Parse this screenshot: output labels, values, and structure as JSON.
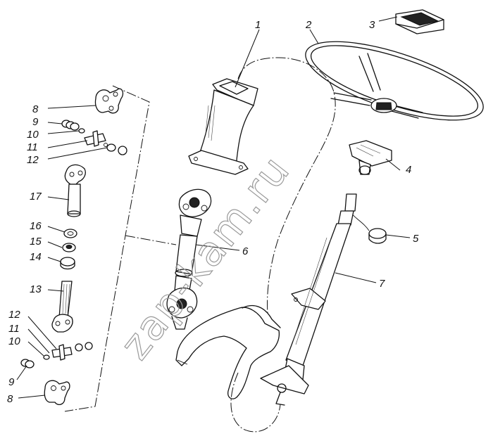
{
  "callouts": [
    {
      "id": "1",
      "text": "1"
    },
    {
      "id": "2",
      "text": "2"
    },
    {
      "id": "3",
      "text": "3"
    },
    {
      "id": "4",
      "text": "4"
    },
    {
      "id": "5",
      "text": "5"
    },
    {
      "id": "6",
      "text": "6"
    },
    {
      "id": "7",
      "text": "7"
    },
    {
      "id": "8a",
      "text": "8"
    },
    {
      "id": "9a",
      "text": "9"
    },
    {
      "id": "10a",
      "text": "10"
    },
    {
      "id": "11a",
      "text": "11"
    },
    {
      "id": "12a",
      "text": "12"
    },
    {
      "id": "17",
      "text": "17"
    },
    {
      "id": "16",
      "text": "16"
    },
    {
      "id": "15",
      "text": "15"
    },
    {
      "id": "14",
      "text": "14"
    },
    {
      "id": "13",
      "text": "13"
    },
    {
      "id": "12b",
      "text": "12"
    },
    {
      "id": "11b",
      "text": "11"
    },
    {
      "id": "10b",
      "text": "10"
    },
    {
      "id": "9b",
      "text": "9"
    },
    {
      "id": "8b",
      "text": "8"
    }
  ],
  "watermark": "zap-kam.ru"
}
